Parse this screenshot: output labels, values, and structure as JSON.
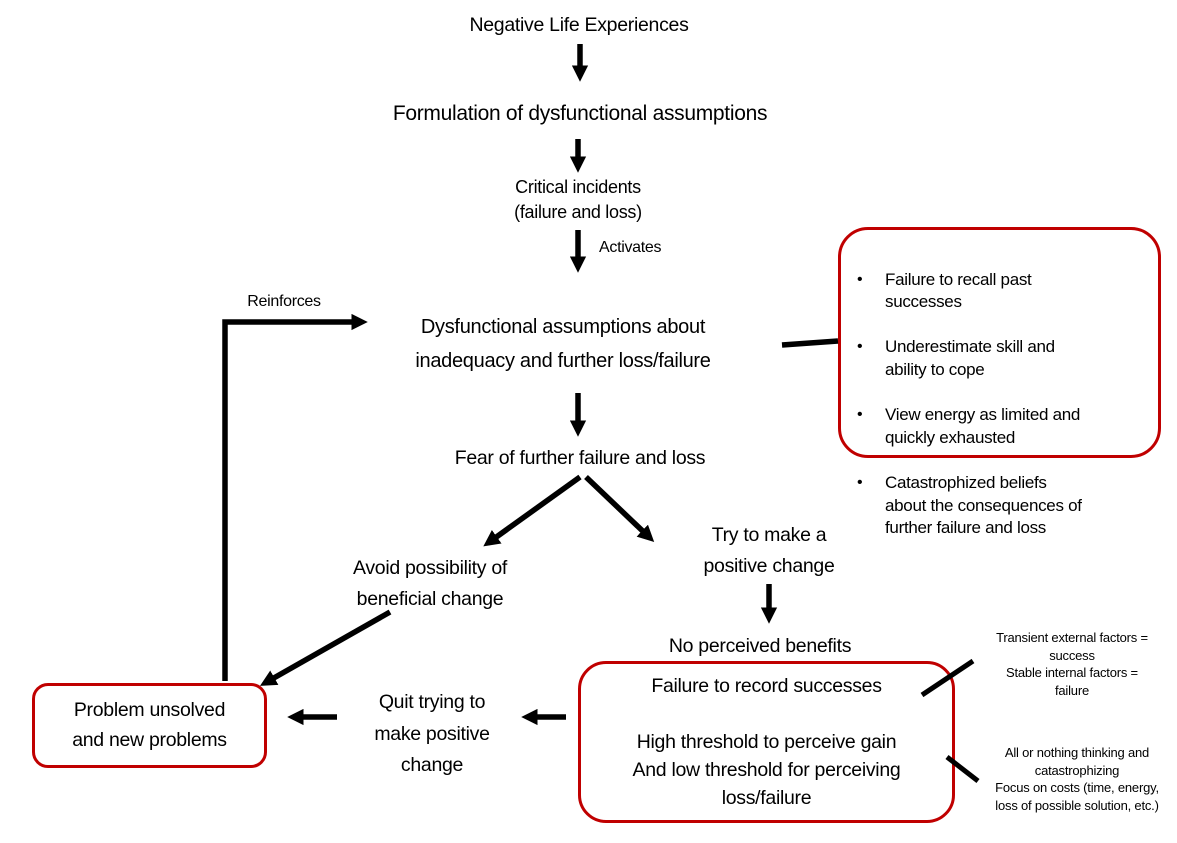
{
  "diagram": {
    "nodes": {
      "negative_life": "Negative Life Experiences",
      "formulation": "Formulation of dysfunctional assumptions",
      "critical_incidents": "Critical incidents\n(failure and loss)",
      "dysfunctional": "Dysfunctional assumptions about\ninadequacy and further loss/failure",
      "fear": "Fear of further failure and loss",
      "avoid": "Avoid possibility of\nbeneficial change",
      "try_change": "Try to make a\npositive change",
      "no_benefits": "No perceived benefits",
      "quit": "Quit trying to\nmake positive\nchange",
      "problem": "Problem unsolved\nand new problems",
      "record_failure": "Failure to record successes\n\nHigh threshold to perceive gain\nAnd low threshold for perceiving\nloss/failure"
    },
    "edge_labels": {
      "activates": "Activates",
      "reinforces": "Reinforces"
    },
    "beliefs": {
      "bullets": [
        "Failure to recall past\nsuccesses",
        "Underestimate skill and\nability to cope",
        "View energy as limited and\nquickly exhausted",
        "Catastrophized beliefs\nabout the consequences of\nfurther failure and loss"
      ]
    },
    "annotations": {
      "attribution": "Transient external factors =\nsuccess\nStable internal factors =\nfailure",
      "thinking": "All or nothing thinking and\ncatastrophizing\nFocus on costs (time, energy,\nloss of possible solution, etc.)"
    },
    "colors": {
      "box_border": "#c00000",
      "arrow": "#000000",
      "text": "#000000",
      "background": "#ffffff"
    }
  }
}
